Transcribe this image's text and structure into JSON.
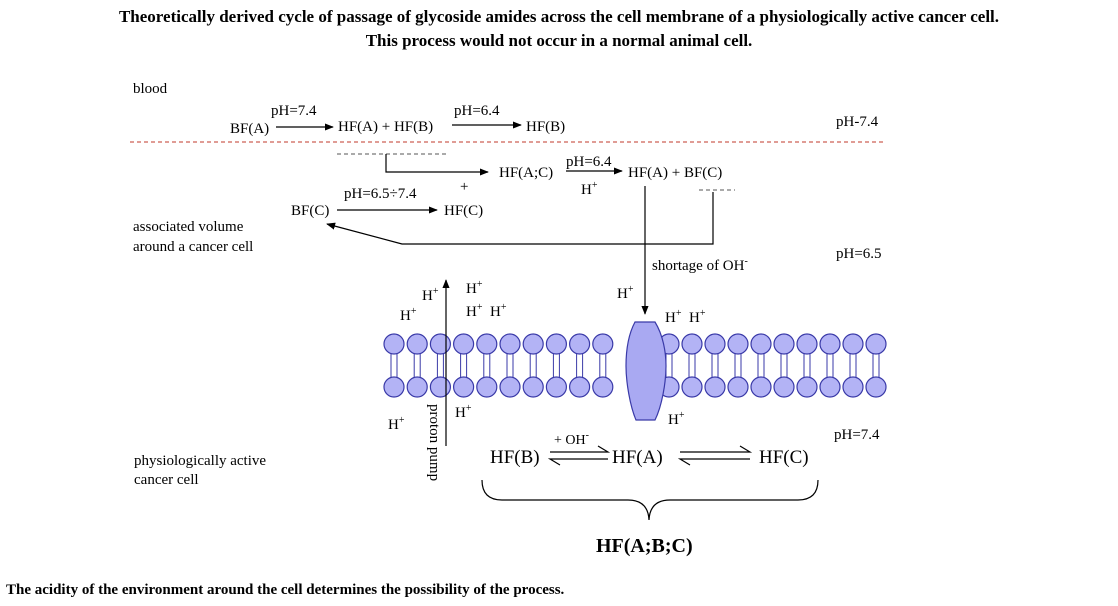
{
  "title_line1": "Theoretically derived cycle of passage of glycoside amides across the cell membrane of a physiologically active cancer cell.",
  "title_line2": "This process would not occur in a normal animal cell.",
  "footer": "The acidity of the environment around the cell determines the possibility of the process.",
  "regions": {
    "blood": "blood",
    "assoc_1": "associated volume",
    "assoc_2": "around a cancer cell",
    "cell_1": "physiologically active",
    "cell_2": "cancer cell"
  },
  "ph": {
    "right_top": "pH-7.4",
    "right_mid": "pH=6.5",
    "right_bottom": "pH=7.4",
    "blood_arrow_1": "pH=7.4",
    "blood_arrow_2": "pH=6.4",
    "assoc_arrow_1": "pH=6.4",
    "assoc_arrow_2": "pH=6.5÷7.4"
  },
  "species": {
    "bf_a": "BF(A)",
    "hf_a_plus_hf_b": "HF(A) + HF(B)",
    "hf_b": "HF(B)",
    "hf_ac": "HF(A;C)",
    "hf_a_plus_bf_c": "HF(A) + BF(C)",
    "bf_c": "BF(C)",
    "hf_c": "HF(C)",
    "plus": "+",
    "h": "H",
    "charge_plus": "+",
    "cell_hf_b": "HF(B)",
    "cell_hf_a": "HF(A)",
    "cell_hf_c": "HF(C)",
    "plus_oh": "+ OH",
    "charge_minus": "-",
    "group": "HF(A;B;C)"
  },
  "labels": {
    "shortage": "shortage of OH",
    "proton_pump": "proton pump"
  },
  "colors": {
    "lipid_fill": "#b3b3f5",
    "lipid_stroke": "#3a3aa8",
    "dashed_line": "#c0392b"
  }
}
